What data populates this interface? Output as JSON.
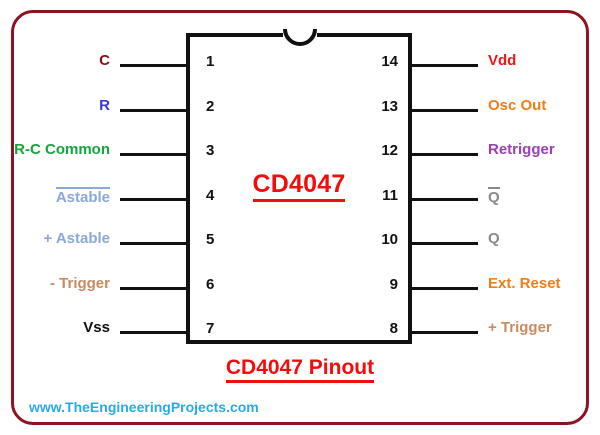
{
  "diagram": {
    "part_number": "CD4047",
    "caption": "CD4047 Pinout",
    "site_url": "www.TheEngineeringProjects.com",
    "frame_color": "#8c1320",
    "accent_color": "#f20d0d",
    "url_color": "#29abe2",
    "body_outline_color": "#111111"
  },
  "pins": {
    "left": [
      {
        "number": "1",
        "label": "C",
        "color": "#8c0c18",
        "overline": false,
        "prefix": ""
      },
      {
        "number": "2",
        "label": "R",
        "color": "#3a3ad6",
        "overline": false,
        "prefix": ""
      },
      {
        "number": "3",
        "label": "R-C Common",
        "color": "#14a53c",
        "overline": false,
        "prefix": ""
      },
      {
        "number": "4",
        "label": "Astable",
        "color": "#8aa8d8",
        "overline": true,
        "prefix": ""
      },
      {
        "number": "5",
        "label": "Astable",
        "color": "#8aa8d8",
        "overline": false,
        "prefix": "+"
      },
      {
        "number": "6",
        "label": "Trigger",
        "color": "#c98a62",
        "overline": false,
        "prefix": "-"
      },
      {
        "number": "7",
        "label": "Vss",
        "color": "#111111",
        "overline": false,
        "prefix": ""
      }
    ],
    "right": [
      {
        "number": "14",
        "label": "Vdd",
        "color": "#f21414",
        "overline": false,
        "prefix": ""
      },
      {
        "number": "13",
        "label": "Osc Out",
        "color": "#f07d18",
        "overline": false,
        "prefix": ""
      },
      {
        "number": "12",
        "label": "Retrigger",
        "color": "#9b3fb5",
        "overline": false,
        "prefix": ""
      },
      {
        "number": "11",
        "label": "Q",
        "color": "#8a8a8a",
        "overline": true,
        "prefix": ""
      },
      {
        "number": "10",
        "label": "Q",
        "color": "#8a8a8a",
        "overline": false,
        "prefix": ""
      },
      {
        "number": "9",
        "label": "Ext. Reset",
        "color": "#f07d18",
        "overline": false,
        "prefix": ""
      },
      {
        "number": "8",
        "label": "+ Trigger",
        "color": "#c98a62",
        "overline": false,
        "prefix": ""
      }
    ]
  }
}
